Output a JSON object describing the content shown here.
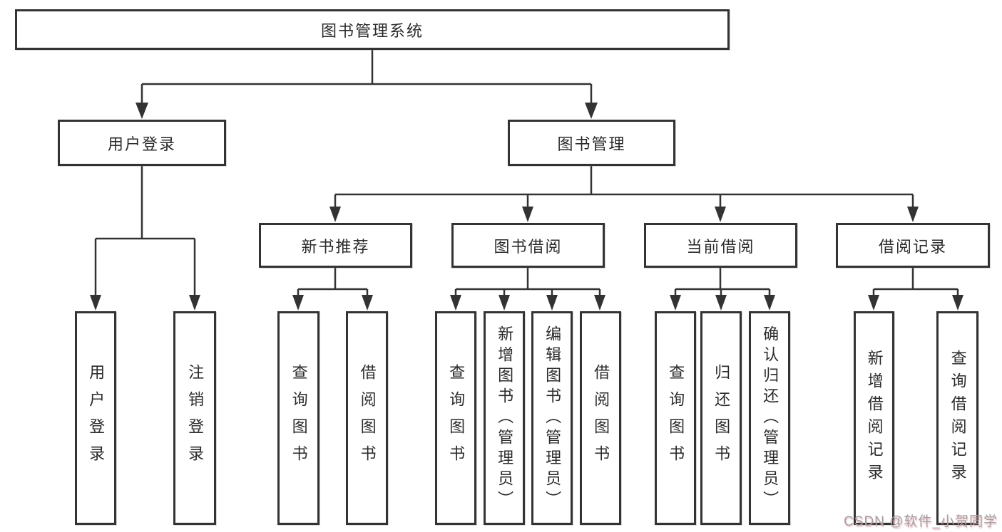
{
  "tree": {
    "label": "图书管理系统",
    "children": [
      {
        "label": "用户登录",
        "children": [
          {
            "label": "用户登录"
          },
          {
            "label": "注销登录"
          }
        ]
      },
      {
        "label": "图书管理",
        "children": [
          {
            "label": "新书推荐",
            "children": [
              {
                "label": "查询图书"
              },
              {
                "label": "借阅图书"
              }
            ]
          },
          {
            "label": "图书借阅",
            "children": [
              {
                "label": "查询图书"
              },
              {
                "label": "新增图书（管理员）"
              },
              {
                "label": "编辑图书（管理员）"
              },
              {
                "label": "借阅图书"
              }
            ]
          },
          {
            "label": "当前借阅",
            "children": [
              {
                "label": "查询图书"
              },
              {
                "label": "归还图书"
              },
              {
                "label": "确认归还（管理员）"
              }
            ]
          },
          {
            "label": "借阅记录",
            "children": [
              {
                "label": "新增借阅记录"
              },
              {
                "label": "查询借阅记录"
              }
            ]
          }
        ]
      }
    ]
  },
  "watermark": {
    "text": "CSDN @软件_小贺同学"
  },
  "colors": {
    "line": "#333333",
    "box_border": "#333333",
    "text": "#2b2b2b",
    "watermark": "#a2a2a2",
    "background": "#ffffff"
  }
}
